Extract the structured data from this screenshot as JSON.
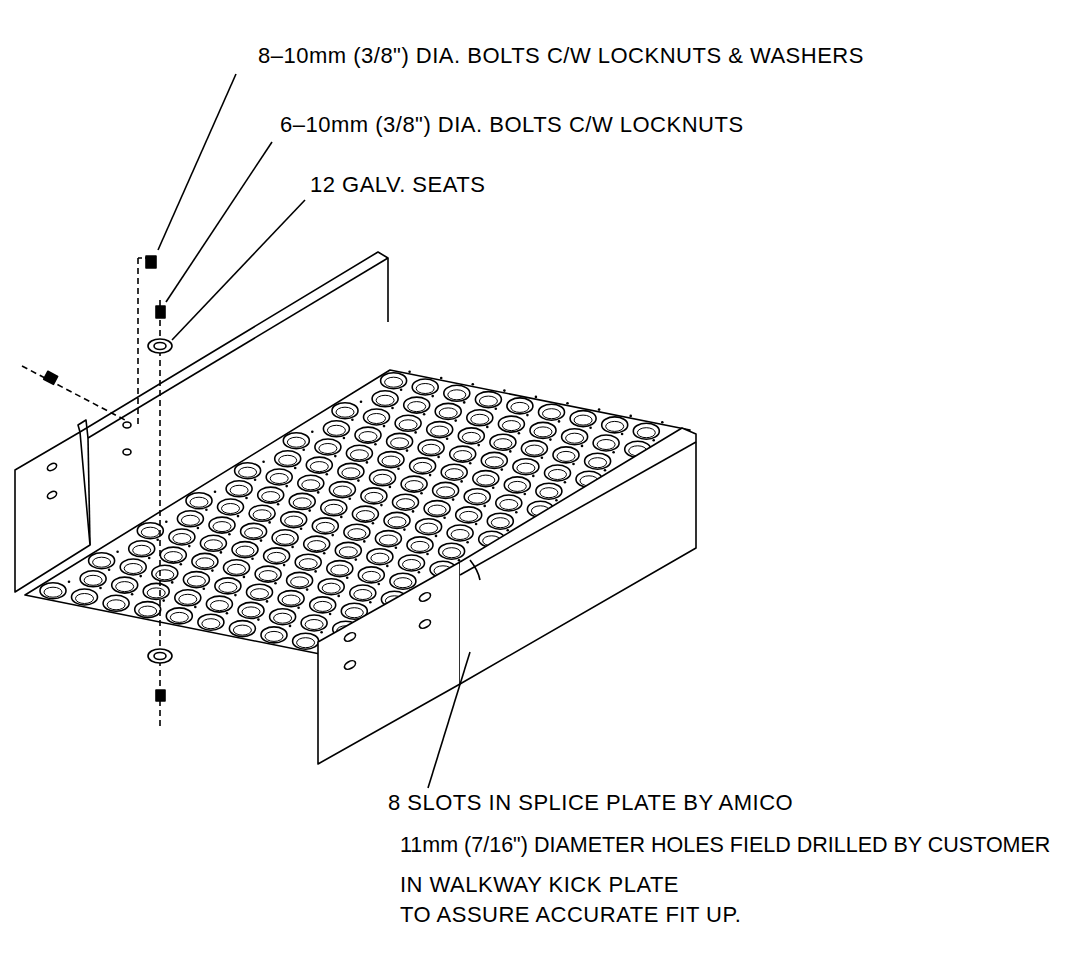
{
  "diagram": {
    "labels": [
      "8–10mm (3/8\") DIA. BOLTS C/W LOCKNUTS & WASHERS",
      "6–10mm (3/8\") DIA. BOLTS C/W LOCKNUTS",
      "12 GALV. SEATS",
      "8 SLOTS IN SPLICE PLATE BY AMICO",
      "11mm (7/16\") DIAMETER HOLES FIELD DRILLED BY CUSTOMER",
      "IN WALKWAY KICK PLATE",
      "TO ASSURE ACCURATE FIT UP."
    ]
  }
}
